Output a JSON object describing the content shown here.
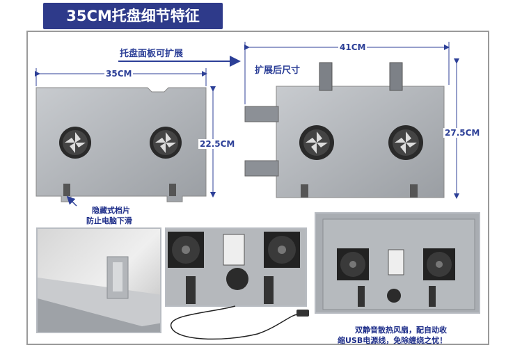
{
  "banner": {
    "title": "35CM托盘细节特征"
  },
  "labels": {
    "expand_note": "托盘面板可扩展",
    "expanded_size": "扩展后尺寸",
    "baffle_line1": "隐藏式档片",
    "baffle_line2": "防止电脑下滑",
    "fan_line1": "双静音散热风扇，配自动收",
    "fan_line2": "缩USB电源线，免除缠绕之忧！"
  },
  "dimensions": {
    "small_width": "35CM",
    "small_height": "22.5CM",
    "large_width": "41CM",
    "large_height": "27.5CM"
  },
  "colors": {
    "banner": "#2e3a8a",
    "label": "#2c3f97",
    "tray": "#a8acb1"
  }
}
